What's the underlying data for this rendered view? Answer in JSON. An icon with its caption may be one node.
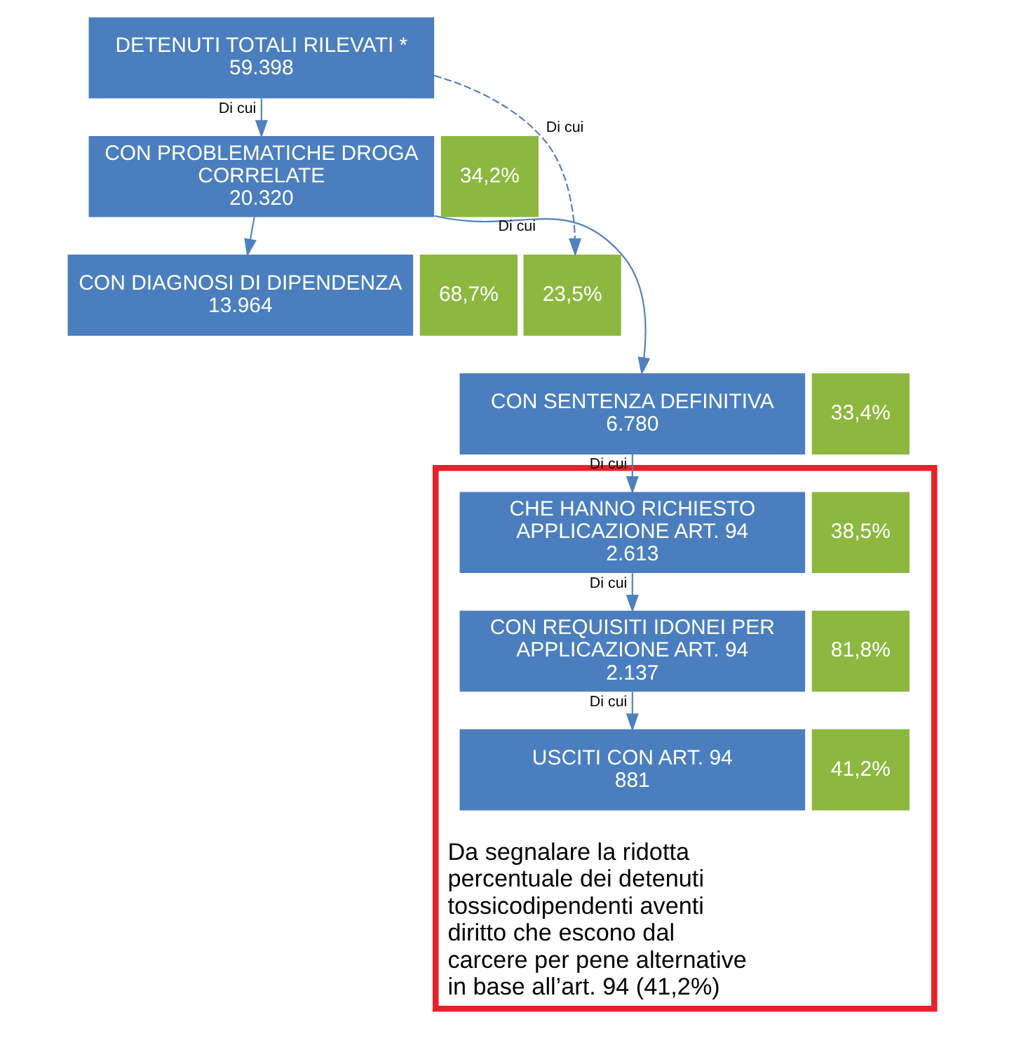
{
  "diagram": {
    "nodes": [
      {
        "text": [
          "DETENUTI TOTALI RILEVATI *",
          "59.398"
        ]
      },
      {
        "text": [
          "CON PROBLEMATICHE DROGA CORRELATE",
          "20.320"
        ]
      },
      {
        "text": [
          "34,2%"
        ]
      },
      {
        "text": [
          "CON DIAGNOSI DI DIPENDENZA",
          "13.964"
        ]
      },
      {
        "text": [
          "68,7%"
        ]
      },
      {
        "text": [
          "23,5%"
        ]
      },
      {
        "text": [
          "CON SENTENZA DEFINITIVA",
          "6.780"
        ]
      },
      {
        "text": [
          "33,4%"
        ]
      },
      {
        "text": [
          "Da segnalare la ridotta percentuale dei detenuti tossicodipendenti aventi diritto che escono dal carcere per pene alternative in base all’art. 94 (41,2%)"
        ]
      },
      {
        "text": [
          "CHE HANNO RICHIESTO APPLICAZIONE ART. 94",
          "2.613"
        ],
        "in": 8
      },
      {
        "text": [
          "38,5%"
        ],
        "in": 8
      },
      {
        "text": [
          "CON REQUISITI IDONEI PER APPLICAZIONE ART. 94",
          "2.137"
        ],
        "in": 8
      },
      {
        "text": [
          "81,8%"
        ],
        "in": 8
      },
      {
        "text": [
          "USCITI CON ART. 94",
          "881"
        ],
        "in": 8
      },
      {
        "text": [
          "41,2%"
        ],
        "in": 8
      }
    ],
    "edges": [
      {
        "from": 0,
        "to": 1,
        "arrow": "to",
        "label": "Di cui"
      },
      {
        "from": 0,
        "to": 5,
        "arrow": "to",
        "label": "Di cui",
        "style": "dashed"
      },
      {
        "from": 1,
        "to": 3,
        "arrow": "to"
      },
      {
        "from": 1,
        "to": 6,
        "arrow": "to",
        "label": "Di cui"
      },
      {
        "from": 6,
        "to": 9,
        "arrow": "to",
        "label": "Di cui"
      },
      {
        "from": 9,
        "to": 11,
        "arrow": "to",
        "label": "Di cui"
      },
      {
        "from": 11,
        "to": 13,
        "arrow": "to",
        "label": "Di cui"
      }
    ]
  }
}
